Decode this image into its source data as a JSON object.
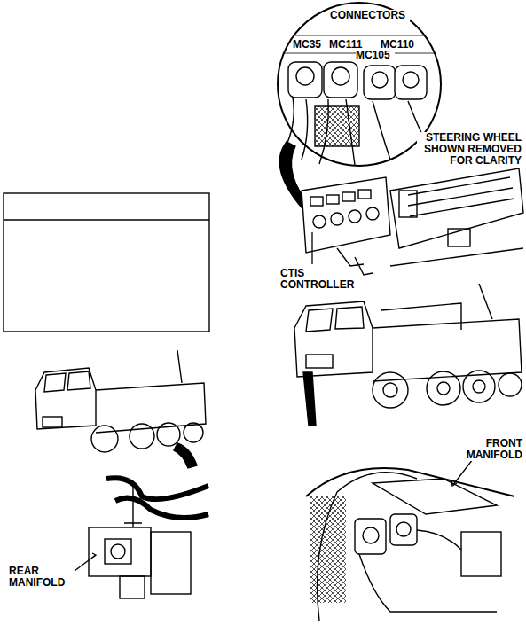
{
  "diagram": {
    "labels": [
      "CONNECTORS",
      "MC35",
      "MC111",
      "MC110",
      "MC105",
      "STEERING WHEEL SHOWN REMOVED FOR CLARITY",
      "CTIS CONTROLLER",
      "REAR MANIFOLD",
      "FRONT MANIFOLD"
    ]
  }
}
